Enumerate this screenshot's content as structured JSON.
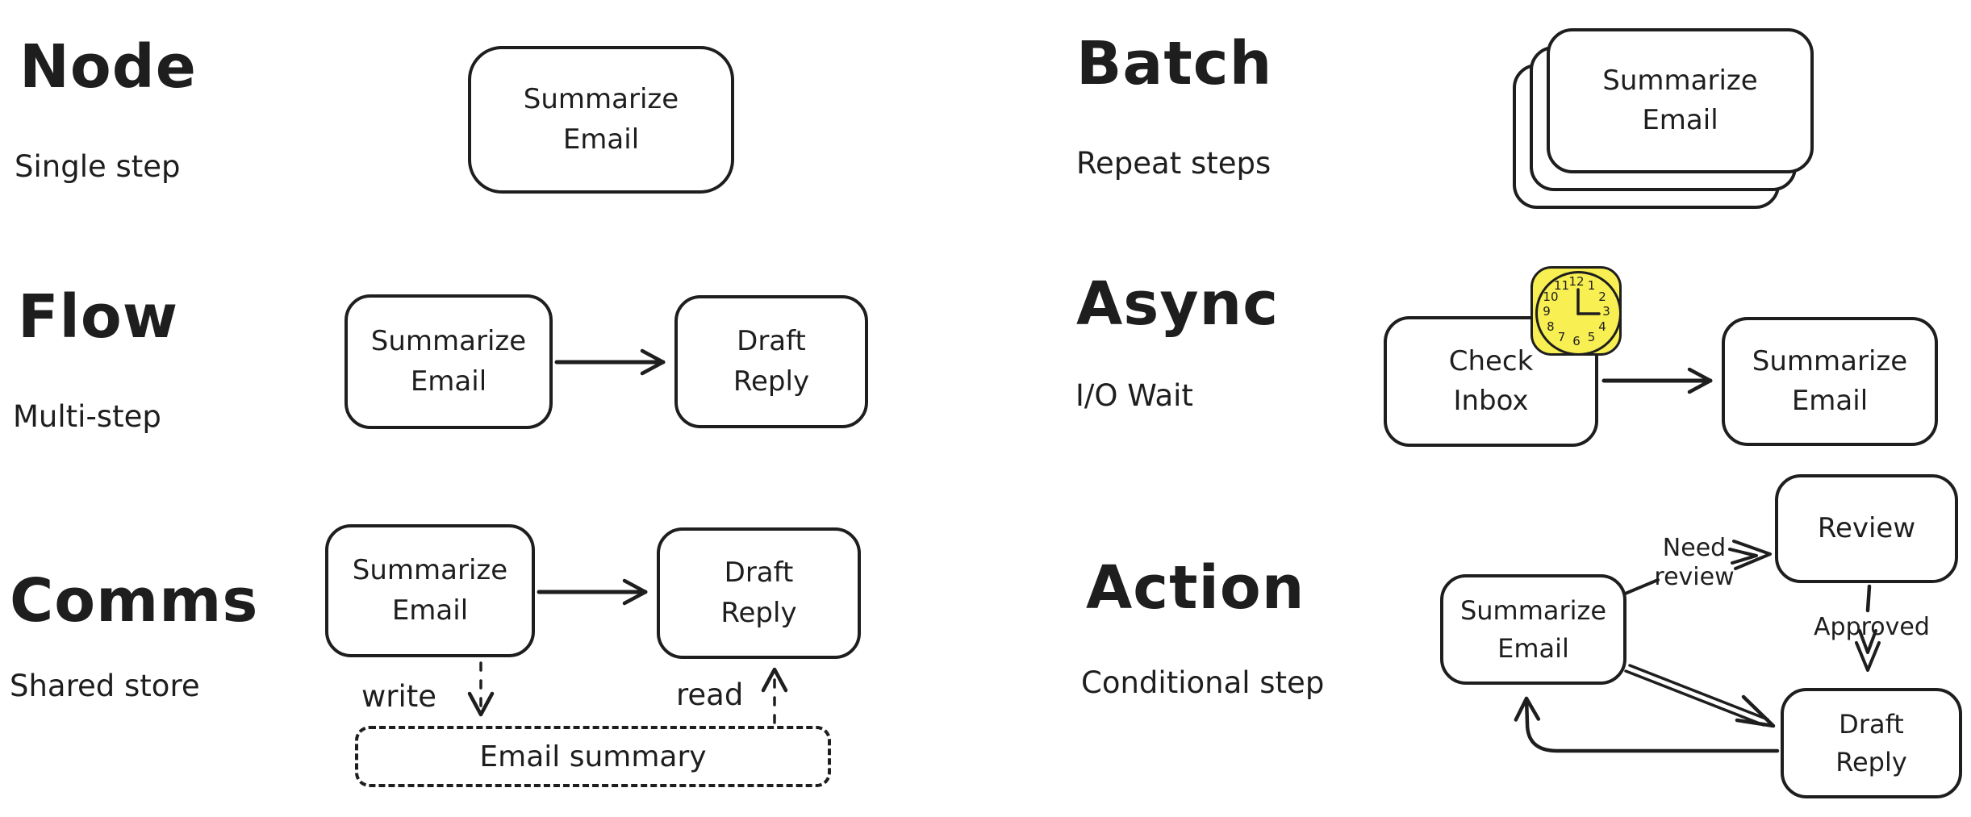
{
  "palette": {
    "ink": "#1e1e1e",
    "background": "#ffffff",
    "clock_yellow": "#f8ef52"
  },
  "sections": {
    "node": {
      "title": "Node",
      "subtitle": "Single step",
      "box_label": "Summarize\nEmail"
    },
    "flow": {
      "title": "Flow",
      "subtitle": "Multi-step",
      "box1_label": "Summarize\nEmail",
      "box2_label": "Draft\nReply"
    },
    "comms": {
      "title": "Comms",
      "subtitle": "Shared store",
      "box1_label": "Summarize\nEmail",
      "box2_label": "Draft\nReply",
      "write_label": "write",
      "read_label": "read",
      "store_label": "Email summary"
    },
    "batch": {
      "title": "Batch",
      "subtitle": "Repeat steps",
      "box_label": "Summarize\nEmail"
    },
    "async": {
      "title": "Async",
      "subtitle": "I/O Wait",
      "box1_label": "Check\nInbox",
      "box2_label": "Summarize\nEmail"
    },
    "action": {
      "title": "Action",
      "subtitle": "Conditional step",
      "box1_label": "Summarize\nEmail",
      "box2_label": "Review",
      "box3_label": "Draft\nReply",
      "need_review_label": "Need\nreview",
      "approved_label": "Approved"
    }
  },
  "clock": {
    "numbers": [
      "12",
      "1",
      "2",
      "3",
      "4",
      "5",
      "6",
      "7",
      "8",
      "9",
      "10",
      "11"
    ]
  }
}
